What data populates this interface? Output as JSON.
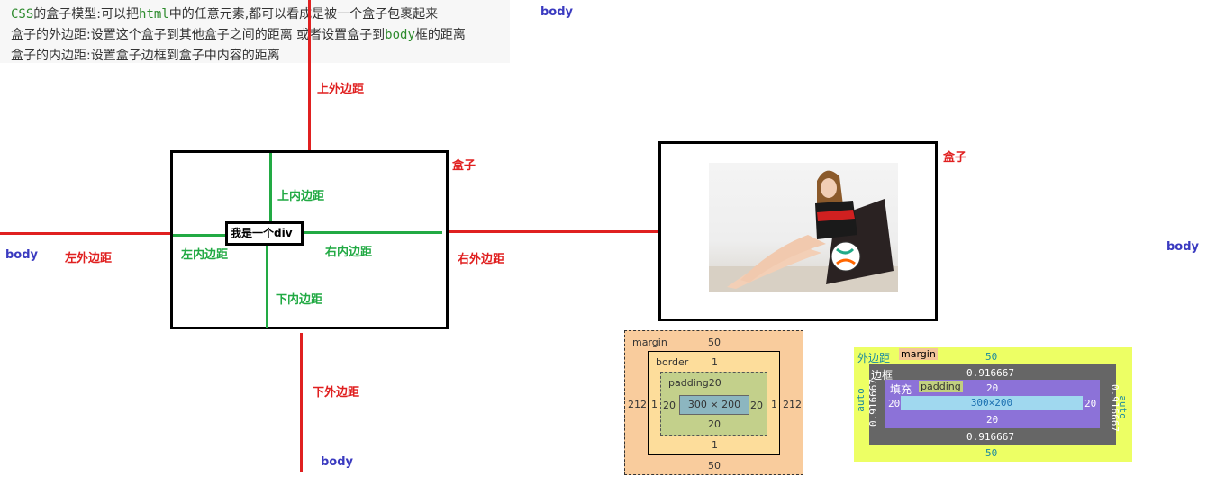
{
  "note": {
    "line1_pre": "CSS",
    "line1_a": "的盒子模型:可以把",
    "line1_code": "html",
    "line1_b": "中的任意元素,都可以看成是被一个盒子包裹起来",
    "line2_a": "盒子的外边距:设置这个盒子到其他盒子之间的距离 或者设置盒子到",
    "line2_code": "body",
    "line2_b": "框的距离",
    "line3": "盒子的内边距:设置盒子边框到盒子中内容的距离"
  },
  "labels": {
    "body": "body",
    "top_margin": "上外边距",
    "bottom_margin": "下外边距",
    "left_margin": "左外边距",
    "right_margin": "右外边距",
    "box": "盒子",
    "top_padding": "上内边距",
    "bottom_padding": "下内边距",
    "left_padding": "左内边距",
    "right_padding": "右内边距",
    "div_text": "我是一个div"
  },
  "chrome_box": {
    "margin_label": "margin",
    "margin_top": "50",
    "margin_bottom": "50",
    "margin_left": "212",
    "margin_right": "212",
    "border_label": "border",
    "border_top": "1",
    "border_bottom": "1",
    "border_left": "1",
    "border_right": "1",
    "padding_label": "padding20",
    "padding_bottom": "20",
    "padding_left": "20",
    "padding_right": "20",
    "content": "300 × 200",
    "colors": {
      "margin": "#f9cc9d",
      "border": "#fddd9b",
      "padding": "#c3d08b",
      "content": "#8cb6c0"
    }
  },
  "firebug_box": {
    "outer_label": "外边距",
    "margin_label": "margin",
    "margin_top": "50",
    "margin_bottom": "50",
    "margin_left": "auto",
    "margin_right": "auto",
    "border_label": "边框",
    "border_top": "0.916667",
    "border_bottom": "0.916667",
    "border_left": "0.916667",
    "border_right": "0.916667",
    "fill_label": "填充",
    "padding_label": "padding",
    "padding_top": "20",
    "padding_bottom": "20",
    "padding_left": "20",
    "padding_right": "20",
    "content": "300×200",
    "colors": {
      "margin": "#edff64",
      "border": "#666666",
      "padding": "#8c72d8",
      "content": "#a0d8ef"
    }
  }
}
